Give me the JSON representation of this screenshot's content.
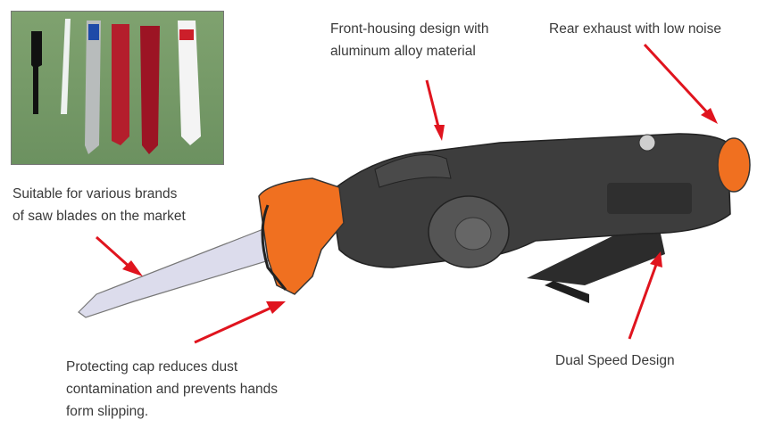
{
  "annotations": {
    "front_housing": [
      "Front-housing design with",
      "aluminum alloy material"
    ],
    "rear_exhaust": [
      "Rear exhaust with low noise"
    ],
    "saw_blades": [
      "Suitable for various brands",
      "of saw blades on the market"
    ],
    "protecting_cap": [
      "Protecting cap reduces dust",
      "contamination and prevents hands",
      "form slipping."
    ],
    "dual_speed": [
      "Dual Speed Design"
    ]
  },
  "colors": {
    "arrow": "#e0141e",
    "accent_orange": "#f07020",
    "body_dark": "#3d3d3d",
    "blade": "#dcdcec",
    "inset_bg": "#6f9563"
  }
}
